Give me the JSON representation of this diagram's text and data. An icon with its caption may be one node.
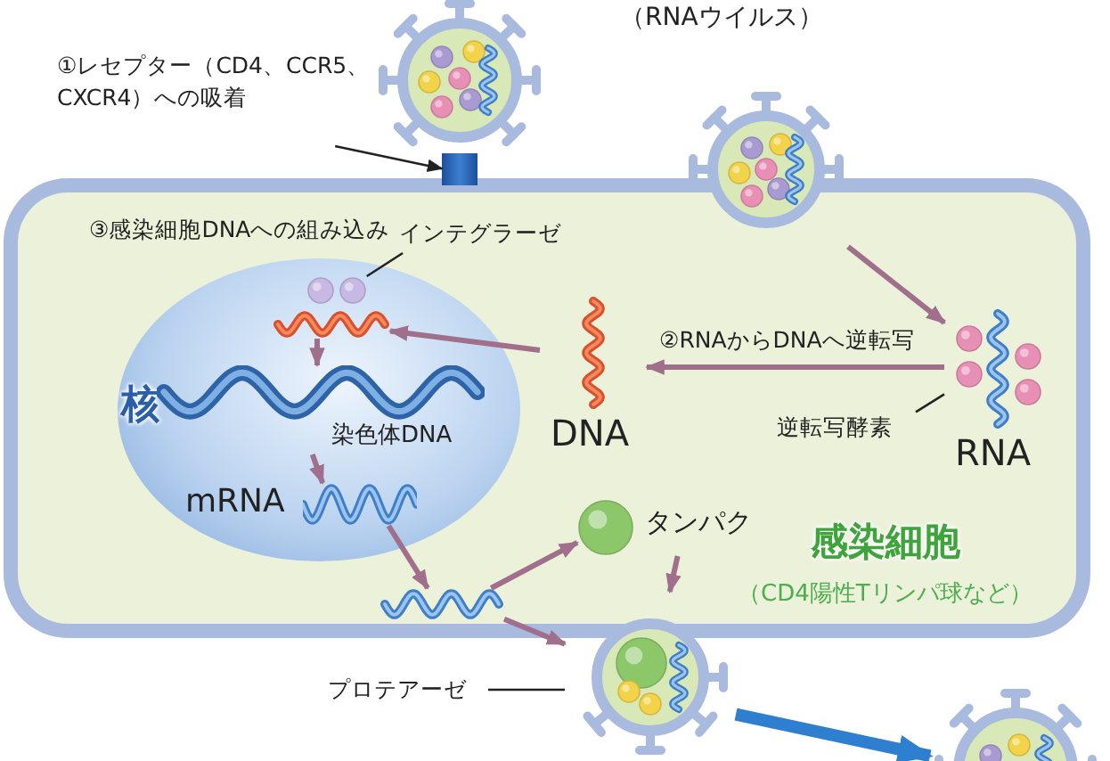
{
  "diagram": {
    "nodes": [
      {
        "text": [
          "感染細胞",
          "（CD4陽性Tリンパ球など）"
        ]
      },
      {
        "text": [
          "核"
        ],
        "in": 0
      },
      {
        "text": [
          "①レセプター（CD4、CCR5、CXCR4）への吸着"
        ]
      },
      {
        "text": [],
        "shape": "bar"
      },
      {
        "text": [],
        "shape": "picture"
      },
      {
        "text": [
          "RNA"
        ],
        "in": 0
      },
      {
        "text": [
          "逆転写酵素"
        ],
        "in": 0
      },
      {
        "text": [
          "DNA"
        ],
        "in": 0
      },
      {
        "text": [],
        "shape": "picture",
        "in": 1
      },
      {
        "text": [
          "インテグラーゼ"
        ],
        "in": 0
      },
      {
        "text": [
          "染色体DNA"
        ],
        "in": 1
      },
      {
        "text": [
          "mRNA"
        ],
        "in": 1
      },
      {
        "text": [],
        "shape": "picture",
        "in": 0
      },
      {
        "text": [
          "タンパク"
        ],
        "in": 0
      },
      {
        "text": [],
        "shape": "picture"
      },
      {
        "text": [
          "プロテアーゼ"
        ]
      },
      {
        "text": [],
        "shape": "picture"
      },
      {
        "text": [],
        "shape": "picture"
      },
      {
        "text": [],
        "shape": "picture",
        "in": 1
      }
    ],
    "edges": [
      {
        "from": 2,
        "to": 3,
        "arrow": "to",
        "color": "#222222"
      },
      {
        "from": 17,
        "to": 5,
        "arrow": "to"
      },
      {
        "from": 5,
        "to": 7,
        "arrow": "to",
        "label": "②RNAからDNAへ逆転写"
      },
      {
        "from": 7,
        "to": 8,
        "arrow": "to"
      },
      {
        "from": 8,
        "to": 10,
        "arrow": "to"
      },
      {
        "from": 10,
        "to": 11,
        "arrow": "to"
      },
      {
        "from": 11,
        "to": 12,
        "arrow": "to"
      },
      {
        "from": 12,
        "to": 13,
        "arrow": "to"
      },
      {
        "from": 12,
        "to": 14,
        "arrow": "to"
      },
      {
        "from": 13,
        "to": 14,
        "arrow": "to"
      },
      {
        "from": 14,
        "to": 16,
        "arrow": "to",
        "style": "thick",
        "color": "#2f7fd0"
      },
      {
        "from": 6,
        "to": 5,
        "arrow": "none",
        "color": "#222222"
      },
      {
        "from": 9,
        "to": 18,
        "arrow": "none",
        "color": "#222222"
      },
      {
        "from": 15,
        "to": 14,
        "arrow": "none",
        "color": "#222222"
      }
    ],
    "labels": [
      "（RNAウイルス）",
      "③感染細胞DNAへの組み込み"
    ]
  }
}
